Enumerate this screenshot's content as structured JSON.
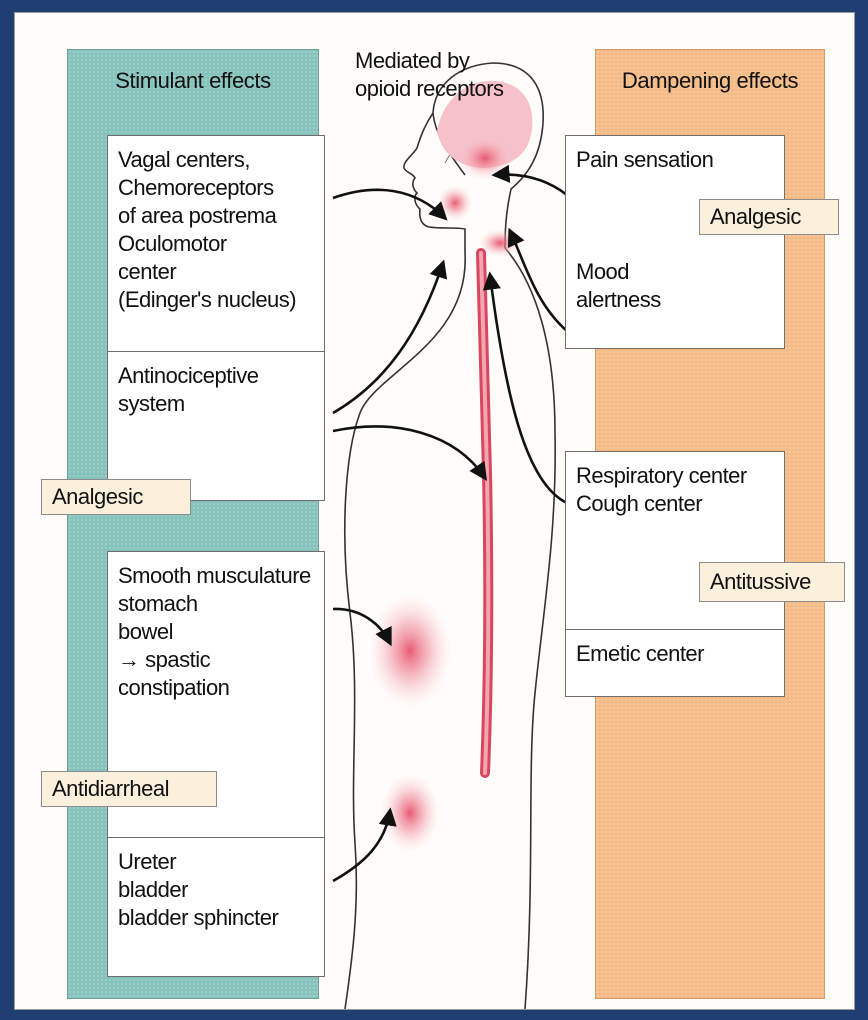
{
  "stimulant": {
    "title": "Stimulant effects",
    "box1": [
      "Vagal centers,",
      "Chemoreceptors",
      "of area postrema",
      "Oculomotor",
      "center",
      "(Edinger's nucleus)"
    ],
    "box2": [
      "Antinociceptive",
      "system"
    ],
    "tag1": "Analgesic",
    "box3": [
      "Smooth musculature",
      "stomach",
      "bowel",
      "→ spastic",
      "constipation"
    ],
    "tag2": "Antidiarrheal",
    "box4": [
      "Ureter",
      "bladder",
      "bladder sphincter"
    ]
  },
  "center": {
    "title_line1": "Mediated by",
    "title_line2": "opioid receptors"
  },
  "dampening": {
    "title": "Dampening effects",
    "box1_line1": "Pain sensation",
    "tag1": "Analgesic",
    "box1_line2": "Mood",
    "box1_line3": "alertness",
    "box2_line1": "Respiratory center",
    "box2_line2": "Cough center",
    "tag2": "Antitussive",
    "box3_line1": "Emetic center"
  },
  "colors": {
    "background": "#1f3f73",
    "stimulant_column": "#86c3bc",
    "dampening_column": "#f4bb86",
    "receptor_highlight": "#e8526b",
    "tag_fill": "#faf0dc"
  }
}
